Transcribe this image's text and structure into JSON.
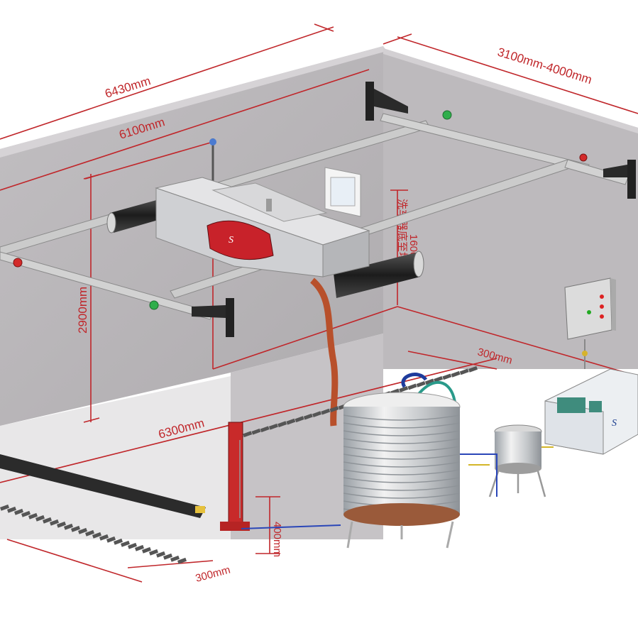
{
  "dimensions": {
    "total_length": "6430mm",
    "rail_length": "6100mm",
    "width_range": "3100mm-4000mm",
    "height": "2900mm",
    "clearance": "1600mm",
    "clearance_cn": "洗车器底至地面",
    "floor_length": "6300mm",
    "track_offset_top": "300mm",
    "track_offset_bottom": "300mm",
    "pit_depth": "400mm"
  },
  "machine": {
    "brand": "S"
  },
  "colors": {
    "dimension_line": "#c0262a",
    "wall": "#b9b6b9",
    "floor": "#cfcccf",
    "rail": "#c9c9c9"
  }
}
